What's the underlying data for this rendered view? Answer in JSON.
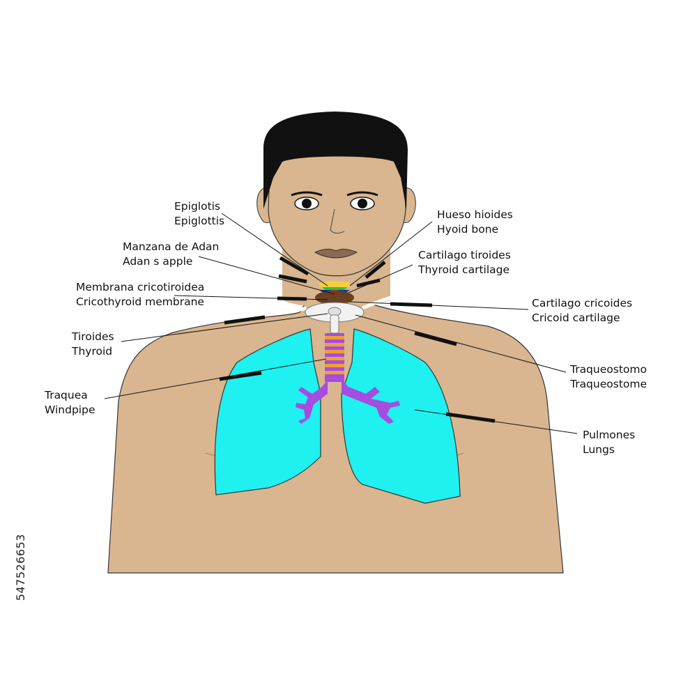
{
  "labels": {
    "epiglottis": {
      "es": "Epiglotis",
      "en": "Epiglottis"
    },
    "hyoid": {
      "es": "Hueso hioides",
      "en": "Hyoid bone"
    },
    "adams_apple": {
      "es": "Manzana de Adan",
      "en": "Adan s apple"
    },
    "thyroid_cartilage": {
      "es": "Cartilago tiroides",
      "en": "Thyroid cartilage"
    },
    "cricothyroid_membrane": {
      "es": "Membrana cricotiroidea",
      "en": "Cricothyroid membrane"
    },
    "cricoid_cartilage": {
      "es": "Cartilago cricoides",
      "en": "Cricoid cartilage"
    },
    "thyroid": {
      "es": "Tiroides",
      "en": "Thyroid"
    },
    "tracheostome": {
      "es": "Traqueostomo",
      "en": "Traqueostome"
    },
    "windpipe": {
      "es": "Traquea",
      "en": "Windpipe"
    },
    "lungs": {
      "es": "Pulmones",
      "en": "Lungs"
    }
  },
  "stock_id": "547526653",
  "colors": {
    "skin": "#d9b68f",
    "hair": "#111111",
    "lung": "#1ff0f0",
    "bronchi": "#a64ce0",
    "trachea_rings": "#f0a030",
    "background": "#ffffff"
  }
}
